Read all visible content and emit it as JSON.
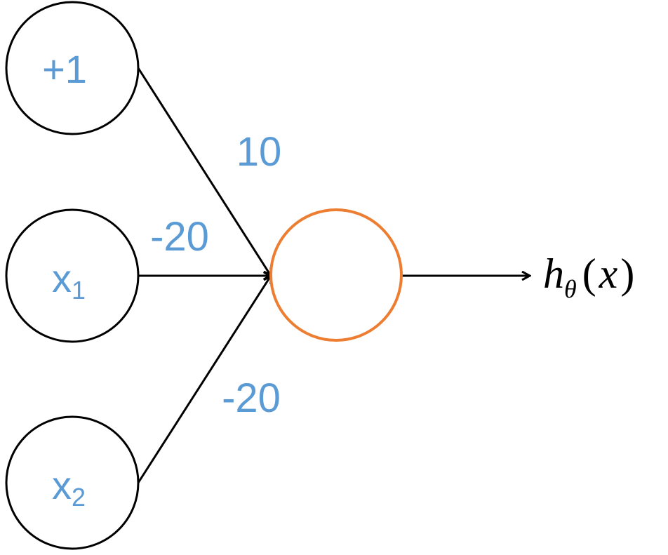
{
  "nodes": {
    "bias": {
      "label": "+1"
    },
    "x1": {
      "label": "x",
      "subscript": "1"
    },
    "x2": {
      "label": "x",
      "subscript": "2"
    }
  },
  "weights": {
    "bias": "10",
    "x1": "-20",
    "x2": "-20"
  },
  "output": {
    "h": "h",
    "theta": "θ",
    "open_paren": "(",
    "x": "x",
    "close_paren": ")"
  },
  "colors": {
    "text_blue": "#5b9bd5",
    "neuron_orange": "#ed7d31",
    "stroke_black": "#000000"
  }
}
